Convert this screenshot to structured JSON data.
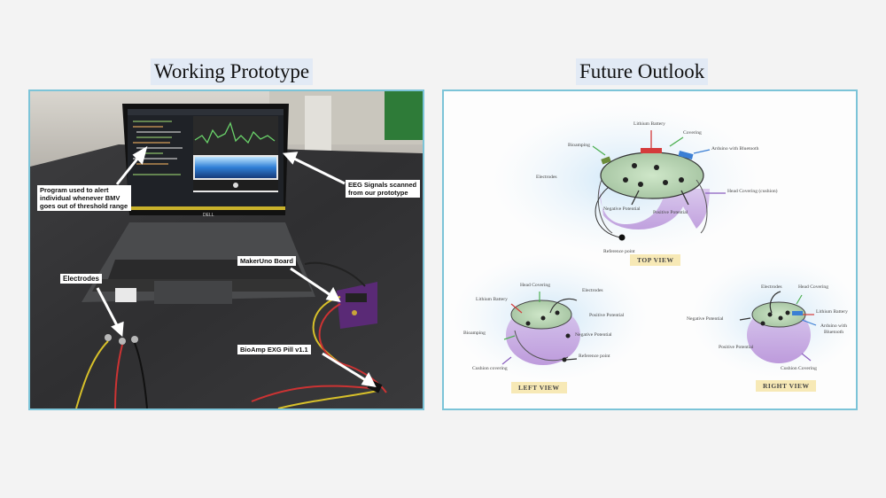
{
  "titles": {
    "left": "Working Prototype",
    "right": "Future Outlook"
  },
  "prototype_callouts": {
    "program": "Program used to alert individual whenever BMV goes out of threshold range",
    "eeg": "EEG Signals scanned from our prototype",
    "makeruno": "MakerUno Board",
    "electrodes": "Electrodes",
    "bioamp": "BioAmp EXG Pill v1.1"
  },
  "laptop_brand": "DELL",
  "top_view": {
    "tag": "TOP VIEW",
    "labels": {
      "battery": "Lithium Battery",
      "covering": "Covering",
      "arduino": "Arduino with Bluetooth",
      "bioamp": "Bioamping",
      "electrodes": "Electrodes",
      "head_covering": "Head Covering (cushion)",
      "negative": "Negative Potential",
      "positive": "Positive Potential",
      "reference": "Reference point"
    }
  },
  "left_view": {
    "tag": "LEFT VIEW",
    "labels": {
      "head_covering": "Head Covering",
      "electrodes": "Electrodes",
      "battery": "Lithium Battery",
      "positive": "Positive Potential",
      "negative": "Negative Potential",
      "bioamp": "Bioamping",
      "reference": "Reference point",
      "cushion": "Cushion covering"
    }
  },
  "right_view": {
    "tag": "RIGHT VIEW",
    "labels": {
      "electrodes": "Electrodes",
      "head_covering": "Head Covering",
      "negative": "Negative Potential",
      "battery": "Lithium Battery",
      "arduino": "Arduino with Bluetooth",
      "positive": "Positive Potential",
      "cushion": "Cushion Covering"
    }
  },
  "colors": {
    "panel_border": "#7cc4d8",
    "title_highlight": "#e2eaf5",
    "tag_bg": "#f7e9b6"
  }
}
